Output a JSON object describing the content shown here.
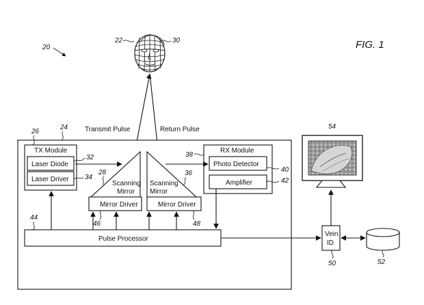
{
  "figure": {
    "title": "FIG. 1",
    "ref_system": "20"
  },
  "head": {
    "ref_face": "22",
    "ref_pattern": "30"
  },
  "pulses": {
    "transmit": "Transmit Pulse",
    "return": "Return Pulse"
  },
  "system_box": {
    "ref": "24"
  },
  "tx_module": {
    "label": "TX Module",
    "ref": "26",
    "laser_diode": "Laser Diode",
    "laser_diode_ref": "32",
    "laser_driver": "Laser Driver",
    "laser_driver_ref": "34"
  },
  "scan_left": {
    "label": "Scanning Mirror",
    "ref": "28",
    "driver": "Mirror Driver",
    "driver_ref": "46"
  },
  "scan_right": {
    "label": "Scanning Mirror",
    "ref": "36",
    "driver": "Mirror Driver",
    "driver_ref": "48"
  },
  "rx_module": {
    "label": "RX Module",
    "ref": "38",
    "photo_detector": "Photo Detector",
    "photo_detector_ref": "40",
    "amplifier": "Amplifier",
    "amplifier_ref": "42"
  },
  "pulse_processor": {
    "label": "Pulse Processor",
    "ref": "44"
  },
  "monitor": {
    "ref": "54"
  },
  "vein_id": {
    "line1": "Vein",
    "line2": "ID",
    "ref": "50"
  },
  "database": {
    "ref": "52"
  }
}
